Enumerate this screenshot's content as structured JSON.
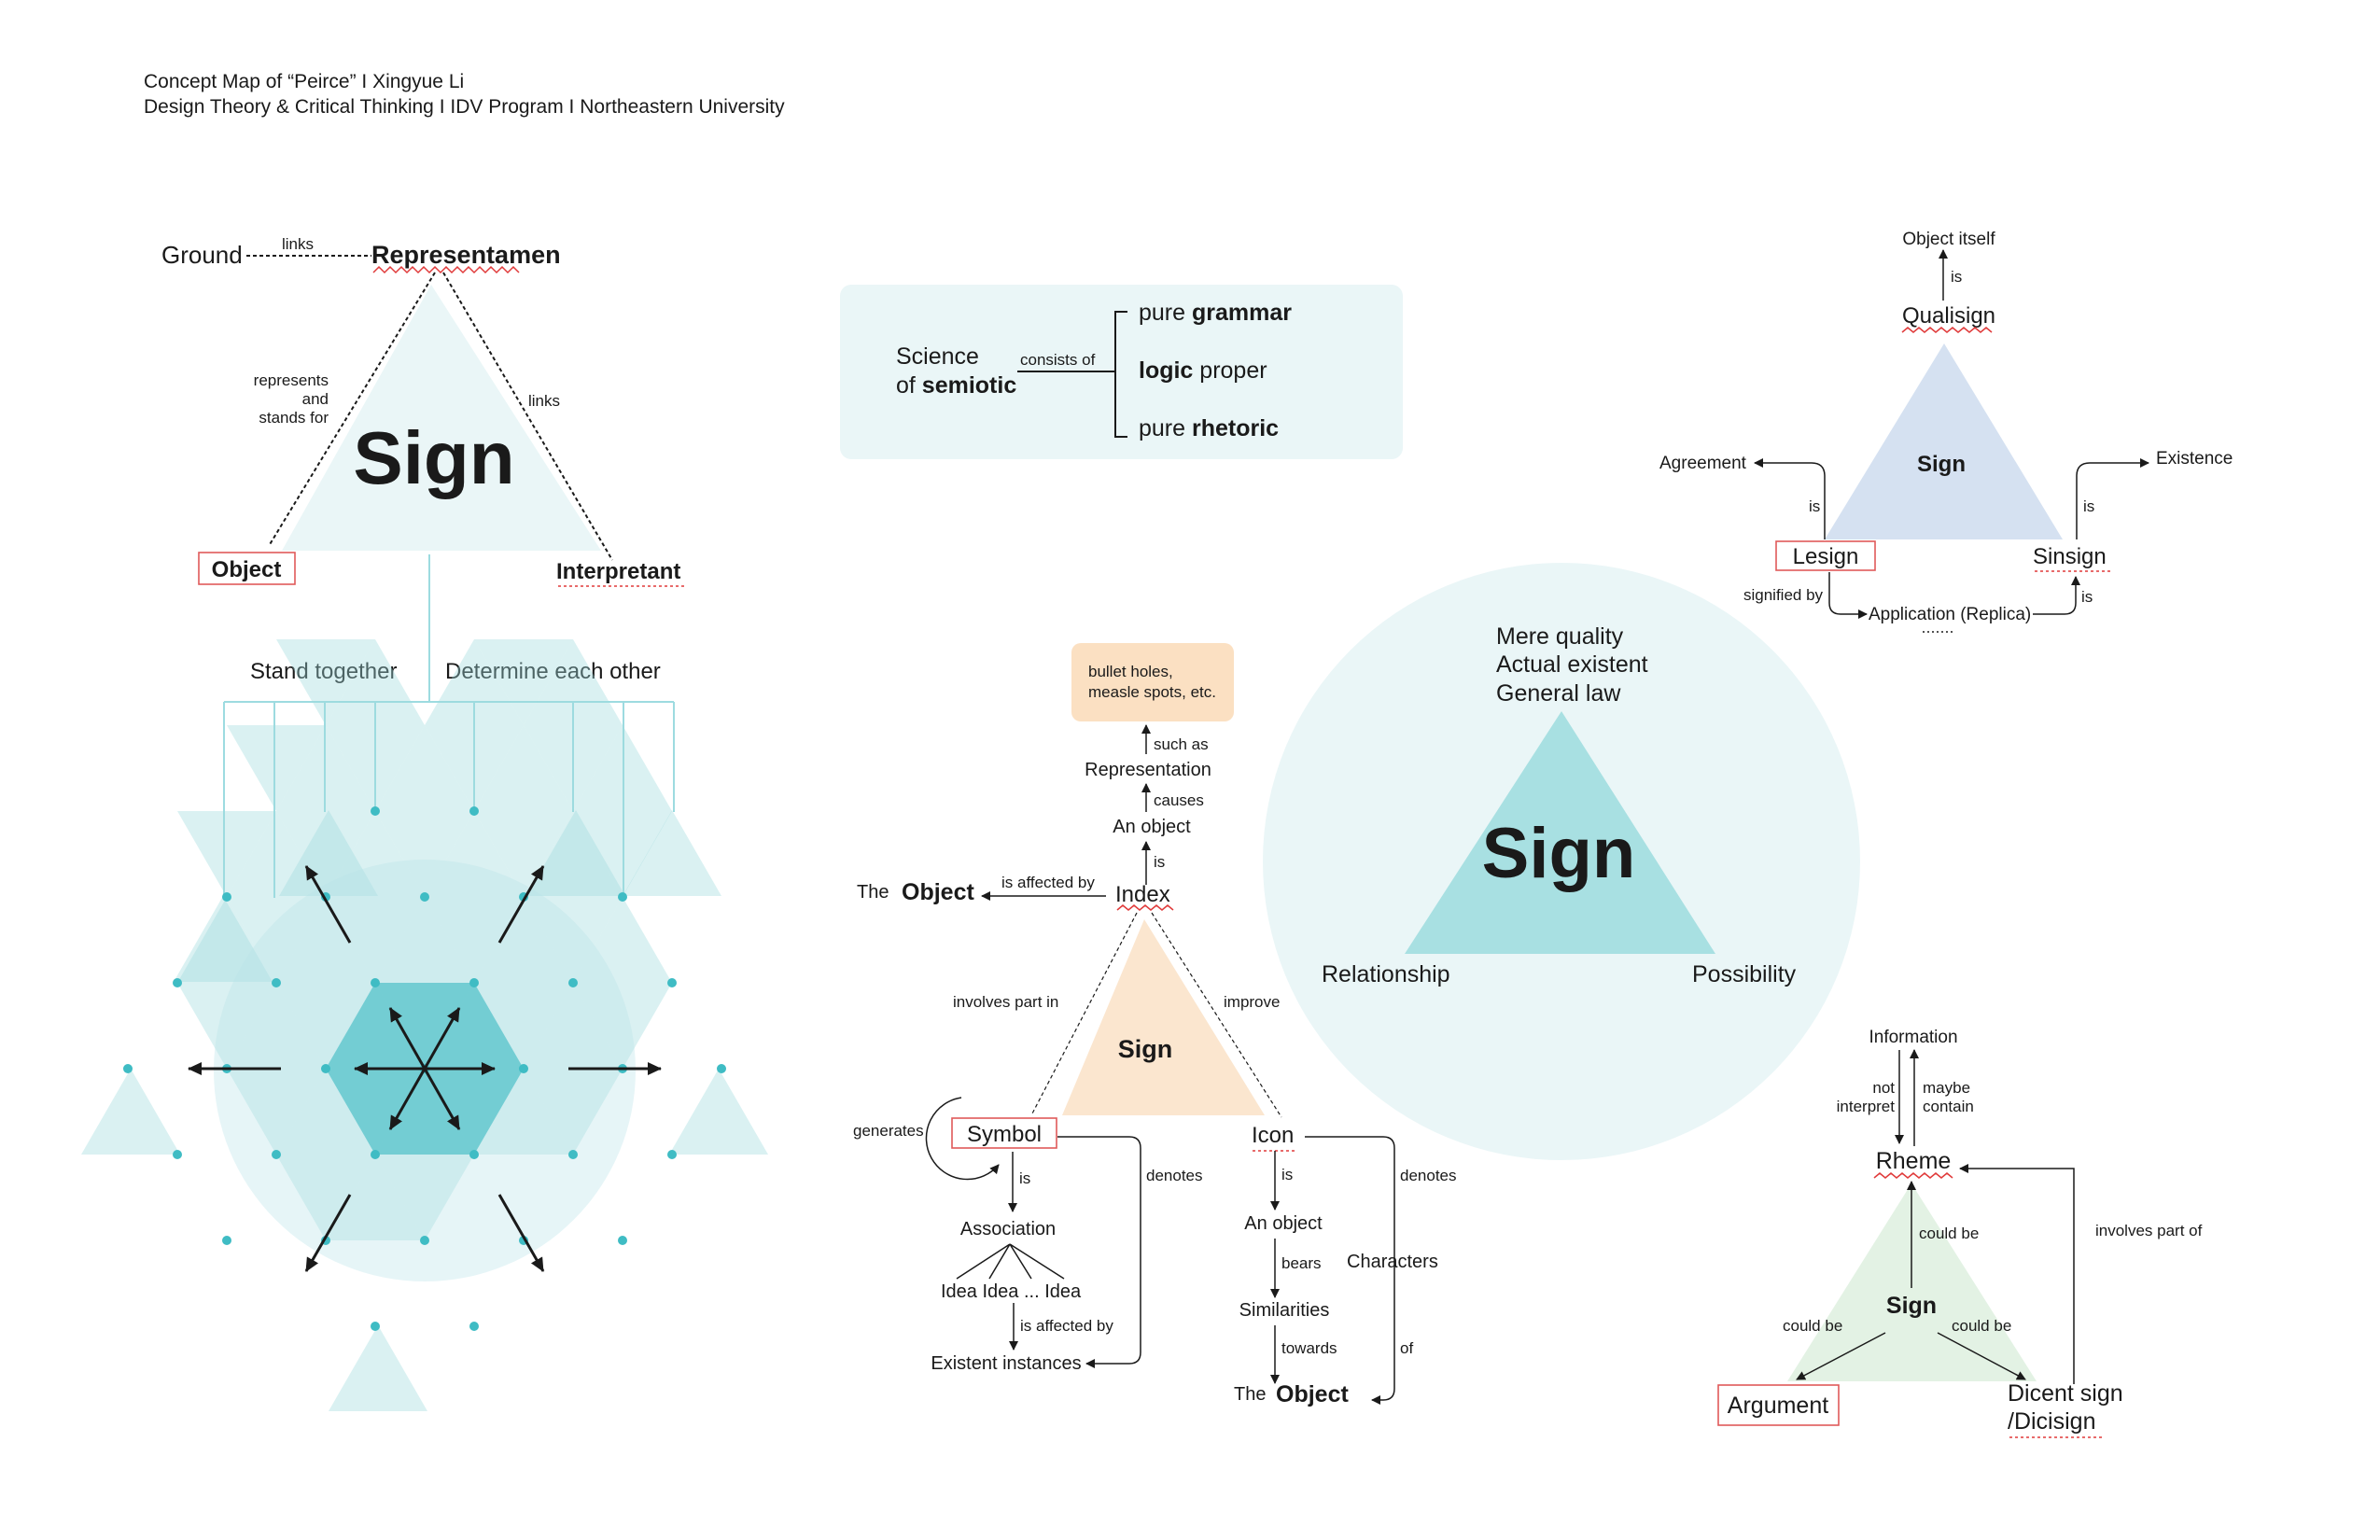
{
  "header": {
    "line1": "Concept Map of “Peirce” I Xingyue Li",
    "line2": "Design Theory & Critical Thinking I IDV Program I Northeastern University"
  },
  "triad": {
    "ground": "Ground",
    "links_top": "links",
    "representamen": "Representamen",
    "represents_1": "represents",
    "represents_2": "and",
    "represents_3": "stands for",
    "links_right": "links",
    "sign": "Sign",
    "object": "Object",
    "interpretant": "Interpretant",
    "stand_together": "Stand  together",
    "determine": "Determine each other"
  },
  "semiotic": {
    "science_1": "Science",
    "science_2_plain": "of ",
    "science_2_bold": "semiotic",
    "consists_of": "consists of",
    "item1_plain": "pure ",
    "item1_bold": "grammar",
    "item2_bold": "logic",
    "item2_plain": " proper",
    "item3_plain": "pure ",
    "item3_bold": "rhetoric"
  },
  "index_map": {
    "bullet_1": "bullet holes,",
    "bullet_2": "measle spots, etc.",
    "such_as": "such as",
    "representation": "Representation",
    "causes": "causes",
    "an_object": "An object",
    "is": "is",
    "the": "The",
    "object": "Object",
    "is_affected_by": "is affected by",
    "index": "Index",
    "involves_part_in": "involves part in",
    "improve": "improve",
    "sign": "Sign",
    "generates": "generates",
    "symbol": "Symbol",
    "icon": "Icon",
    "denotes_1": "denotes",
    "denotes_2": "denotes",
    "is_sym": "is",
    "association": "Association",
    "idea_line": "Idea Idea  ... Idea",
    "is_affected_by_2": "is affected by",
    "existent": "Existent instances",
    "is_icon": "is",
    "an_object_icon": "An object",
    "bears": "bears",
    "similarities": "Similarities",
    "towards": "towards",
    "characters": "Characters",
    "of": "of",
    "the_2": "The",
    "object_2": "Object"
  },
  "center": {
    "mere_quality": "Mere quality",
    "actual_existent": "Actual existent",
    "general_law": "General law",
    "sign": "Sign",
    "relationship": "Relationship",
    "possibility": "Possibility",
    "color_blue": "#2a79b8",
    "color_orange": "#f0a23a",
    "color_green": "#3fae49"
  },
  "qualisign": {
    "object_itself": "Object itself",
    "is": "is",
    "qualisign": "Qualisign",
    "sign": "Sign",
    "agreement": "Agreement",
    "existence": "Existence",
    "is_left": "is",
    "is_right": "is",
    "lesign": "Lesign",
    "sinsign": "Sinsign",
    "signified_by": "signified by",
    "application": "Application (Replica)",
    "is_bottom": "is"
  },
  "rheme": {
    "information": "Information",
    "not_1": "not",
    "not_2": "interpret",
    "maybe_1": "maybe",
    "maybe_2": "contain",
    "rheme": "Rheme",
    "could_be_top": "could be",
    "involves_part_of": "involves part of",
    "sign": "Sign",
    "could_be_left": "could be",
    "could_be_right": "could be",
    "argument": "Argument",
    "dicent_1": "Dicent sign",
    "dicent_2": "/Dicisign"
  }
}
